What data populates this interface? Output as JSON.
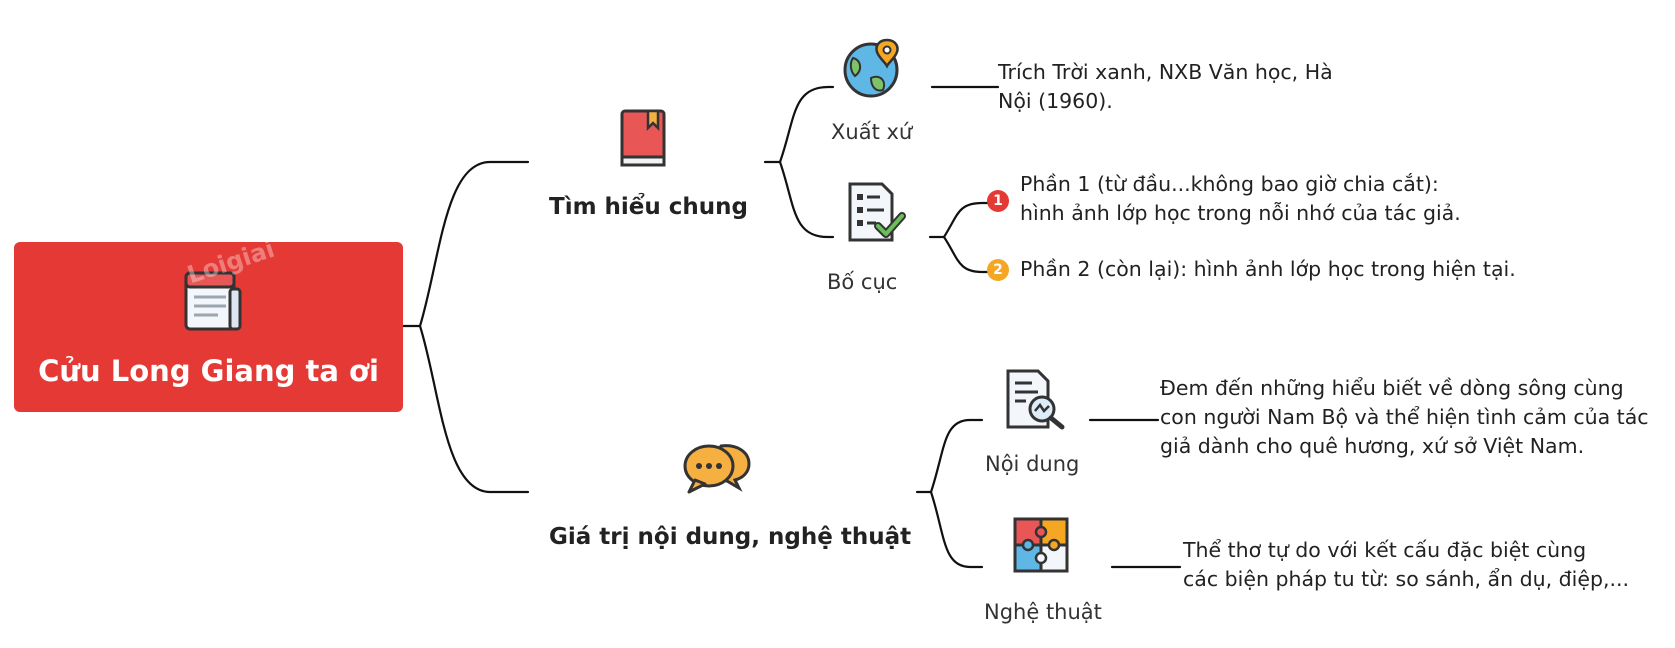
{
  "root": {
    "title": "Cửu Long Giang ta ơi",
    "watermark": "Loigiai",
    "icon": "newspaper-icon"
  },
  "branches": [
    {
      "label": "Tìm hiểu chung",
      "icon": "book-icon",
      "children": [
        {
          "label": "Xuất xứ",
          "icon": "globe-pin-icon",
          "text": [
            "Trích Trời xanh, NXB Văn học, Hà",
            "Nội (1960)."
          ]
        },
        {
          "label": "Bố cục",
          "icon": "checklist-icon",
          "parts": [
            {
              "number": "1",
              "color": "#e53935",
              "text": [
                "Phần 1 (từ đầu...không bao giờ chia cắt):",
                "hình ảnh lớp học trong nỗi nhớ của tác giả."
              ]
            },
            {
              "number": "2",
              "color": "#f5a623",
              "text": [
                "Phần 2 (còn lại): hình ảnh lớp học trong hiện tại."
              ]
            }
          ]
        }
      ]
    },
    {
      "label": "Giá trị nội dung, nghệ thuật",
      "icon": "chat-bubbles-icon",
      "children": [
        {
          "label": "Nội dung",
          "icon": "document-search-icon",
          "text": [
            "Đem đến những hiểu biết về dòng sông cùng",
            "con người Nam Bộ và thể hiện tình cảm của tác",
            "giả dành cho quê hương, xứ sở Việt Nam."
          ]
        },
        {
          "label": "Nghệ thuật",
          "icon": "puzzle-icon",
          "text": [
            "Thể thơ tự do với kết cấu đặc biệt cùng",
            "các biện pháp tu từ: so sánh, ẩn dụ, điệp,..."
          ]
        }
      ]
    }
  ]
}
